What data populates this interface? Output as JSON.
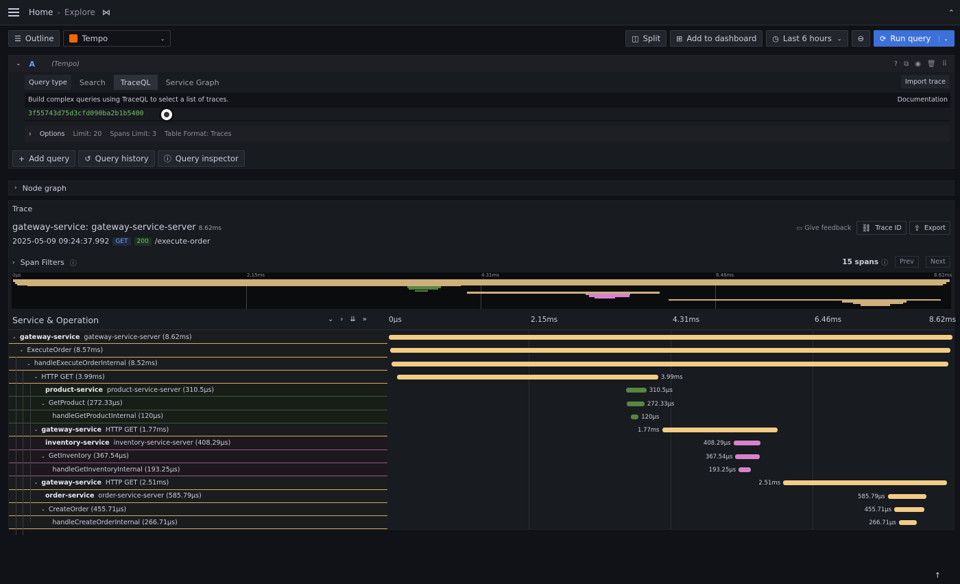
{
  "breadcrumb": {
    "home": "Home",
    "current": "Explore"
  },
  "toolbar": {
    "outline_label": "Outline",
    "datasource": "Tempo",
    "split_label": "Split",
    "add_dashboard_label": "Add to dashboard",
    "time_range": "Last 6 hours",
    "run_query_label": "Run query"
  },
  "query": {
    "letter": "A",
    "datasource": "(Tempo)",
    "type_label": "Query type",
    "tabs": [
      "Search",
      "TraceQL",
      "Service Graph"
    ],
    "import_label": "Import trace",
    "hint": "Build complex queries using TraceQL to select a list of traces.",
    "documentation": "Documentation",
    "value": "3f55743d75d3cfd090ba2b1b5400",
    "options_label": "Options",
    "limit": "Limit: 20",
    "spans_limit": "Spans Limit: 3",
    "table_format": "Table Format: Traces",
    "add_query": "Add query",
    "history": "Query history",
    "inspector": "Query inspector"
  },
  "node_graph_label": "Node graph",
  "trace": {
    "label": "Trace",
    "title": "gateway-service: gateway-service-server",
    "duration": "8.62ms",
    "timestamp": "2025-05-09 09:24:37.992",
    "method": "GET",
    "status": "200",
    "path": "/execute-order",
    "feedback": "Give feedback",
    "trace_id_label": "Trace ID",
    "export_label": "Export",
    "span_filters": "Span Filters",
    "span_count": "15 spans",
    "prev": "Prev",
    "next": "Next",
    "minimap_ticks": [
      "0μs",
      "2.15ms",
      "4.31ms",
      "6.46ms",
      "8.62ms"
    ],
    "header_label": "Service & Operation",
    "timeline_ticks": [
      "0μs",
      "2.15ms",
      "4.31ms",
      "6.46ms",
      "8.62ms"
    ]
  },
  "colors": {
    "gold": "#f2cc86",
    "green": "#56873f",
    "pink": "#d683ce",
    "accent": "#3d71d9"
  },
  "spans": [
    {
      "depth": 0,
      "service": "gateway-service",
      "op": "gateway-service-server (8.62ms)",
      "color": "gold",
      "start": 0.0,
      "dur": 8.62,
      "label": "",
      "chev": true
    },
    {
      "depth": 1,
      "service": "",
      "op": "ExecuteOrder (8.57ms)",
      "color": "gold",
      "start": 0.02,
      "dur": 8.57,
      "label": "",
      "chev": true
    },
    {
      "depth": 2,
      "service": "",
      "op": "handleExecuteOrderInternal (8.52ms)",
      "color": "gold",
      "start": 0.04,
      "dur": 8.52,
      "label": "",
      "chev": true
    },
    {
      "depth": 3,
      "service": "",
      "op": "HTTP GET (3.99ms)",
      "color": "gold",
      "start": 0.13,
      "dur": 3.99,
      "label": "3.99ms",
      "chev": true
    },
    {
      "depth": 4,
      "service": "product-service",
      "op": "product-service-server (310.5μs)",
      "color": "green",
      "start": 3.63,
      "dur": 0.31,
      "label": "310.5μs",
      "chev": false
    },
    {
      "depth": 4,
      "service": "",
      "op": "GetProduct (272.33μs)",
      "color": "green",
      "start": 3.64,
      "dur": 0.27,
      "label": "272.33μs",
      "chev": true
    },
    {
      "depth": 5,
      "service": "",
      "op": "handleGetProductInternal (120μs)",
      "color": "green",
      "start": 3.7,
      "dur": 0.12,
      "label": "120μs",
      "chev": false
    },
    {
      "depth": 3,
      "service": "gateway-service",
      "op": "HTTP GET (1.77ms)",
      "color": "gold",
      "start": 4.18,
      "dur": 1.77,
      "label": "1.77ms",
      "chev": true
    },
    {
      "depth": 4,
      "service": "inventory-service",
      "op": "inventory-service-server (408.29μs)",
      "color": "pink",
      "start": 5.27,
      "dur": 0.41,
      "label": "408.29μs",
      "chev": false
    },
    {
      "depth": 4,
      "service": "",
      "op": "GetInventory (367.54μs)",
      "color": "pink",
      "start": 5.3,
      "dur": 0.37,
      "label": "367.54μs",
      "chev": true
    },
    {
      "depth": 5,
      "service": "",
      "op": "handleGetInventoryInternal (193.25μs)",
      "color": "pink",
      "start": 5.35,
      "dur": 0.19,
      "label": "193.25μs",
      "chev": false
    },
    {
      "depth": 3,
      "service": "gateway-service",
      "op": "HTTP GET (2.51ms)",
      "color": "gold",
      "start": 6.03,
      "dur": 2.51,
      "label": "2.51ms",
      "chev": true
    },
    {
      "depth": 4,
      "service": "order-service",
      "op": "order-service-server (585.79μs)",
      "color": "gold",
      "start": 7.63,
      "dur": 0.59,
      "label": "585.79μs",
      "chev": false
    },
    {
      "depth": 4,
      "service": "",
      "op": "CreateOrder (455.71μs)",
      "color": "gold",
      "start": 7.73,
      "dur": 0.46,
      "label": "455.71μs",
      "chev": true
    },
    {
      "depth": 5,
      "service": "",
      "op": "handleCreateOrderInternal (266.71μs)",
      "color": "gold",
      "start": 7.8,
      "dur": 0.27,
      "label": "266.71μs",
      "chev": false
    }
  ]
}
